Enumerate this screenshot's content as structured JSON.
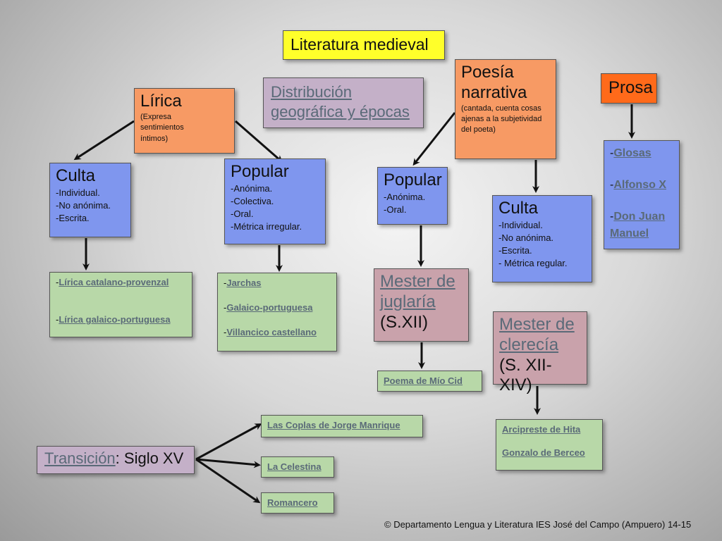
{
  "title": "Literatura medieval",
  "lirica": {
    "heading": "Lírica",
    "desc": "(Expresa sentimientos íntimos)"
  },
  "distribucion": {
    "line1": "Distribución",
    "line2": "geográfica y épocas"
  },
  "poesia": {
    "line1": "Poesía",
    "line2": "narrativa",
    "desc": "(cantada, cuenta cosas ajenas a la subjetividad del poeta)"
  },
  "prosa": {
    "heading": "Prosa",
    "items": [
      "Glosas",
      "Alfonso X",
      "Don Juan Manuel"
    ],
    "prefix": "-"
  },
  "lirica_culta": {
    "heading": "Culta",
    "items": [
      "-Individual.",
      "-No anónima.",
      "-Escrita."
    ]
  },
  "lirica_popular": {
    "heading": "Popular",
    "items": [
      "-Anónima.",
      "-Colectiva.",
      "-Oral.",
      "-Métrica irregular."
    ]
  },
  "narr_popular": {
    "heading": "Popular",
    "items": [
      "-Anónima.",
      "-Oral."
    ]
  },
  "narr_culta": {
    "heading": "Culta",
    "items": [
      "-Individual.",
      "-No anónima.",
      "-Escrita.",
      "- Métrica regular."
    ]
  },
  "culta_examples": {
    "prefix": "-",
    "items": [
      "Lírica catalano-provenzal",
      "Lírica galaico-portuguesa"
    ]
  },
  "popular_examples": {
    "prefix": "-",
    "items": [
      "Jarchas",
      "Galaico-portuguesa",
      "Villancico castellano"
    ]
  },
  "juglaria": {
    "line1": "Mester de",
    "line2": "juglaría",
    "line3": "(S.XII)"
  },
  "clerecia": {
    "line1": "Mester de",
    "line2": "clerecía",
    "line3": "(S. XII-XIV)"
  },
  "mio_cid": "Poema de Mío Cid",
  "clerecia_examples": [
    "Arcipreste de Hita",
    "Gonzalo de Berceo"
  ],
  "transicion": {
    "link": "Transición",
    "rest": ": Siglo XV"
  },
  "transicion_items": [
    "Las Coplas de Jorge Manrique",
    "La Celestina",
    "Romancero"
  ],
  "footer": "© Departamento Lengua y Literatura IES José del Campo (Ampuero) 14-15"
}
